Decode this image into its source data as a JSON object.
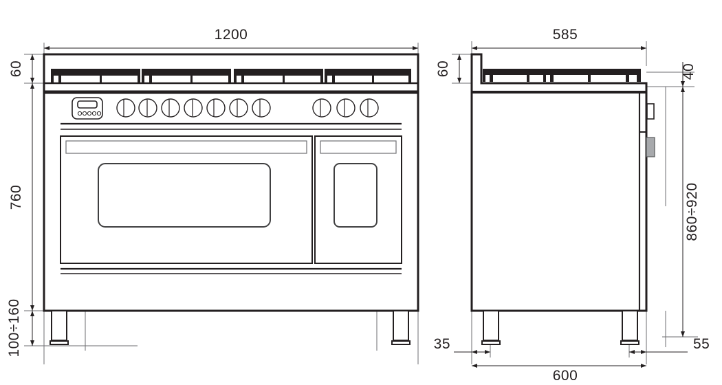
{
  "drawing": {
    "type": "technical-dimension-drawing",
    "subject": "range-cooker",
    "units": "mm",
    "views": [
      {
        "id": "front",
        "name": "front-elevation"
      },
      {
        "id": "side",
        "name": "side-elevation"
      }
    ]
  },
  "front_view": {
    "dimensions": {
      "overall_width": "1200",
      "backsplash_height": "60",
      "body_height": "760",
      "leg_height_range": "100÷160"
    },
    "control_panel": {
      "timer_display_name": "electronic-timer",
      "knob_count_left": 7,
      "knob_count_right": 3,
      "timer_buttons": 5
    },
    "ovens": [
      {
        "name": "main-oven-door",
        "size": "large"
      },
      {
        "name": "secondary-oven-door",
        "size": "small"
      }
    ],
    "cooktop": {
      "grate_sections": 4,
      "name": "cast-iron-grates"
    },
    "legs": 2
  },
  "side_view": {
    "dimensions": {
      "overall_depth": "585",
      "backsplash_height": "60",
      "rear_offset": "40",
      "adjustable_height_range": "860÷920",
      "front_leg_offset": "35",
      "rear_leg_offset": "55",
      "leg_span": "600"
    },
    "details": {
      "handle_name": "door-handle",
      "latch_name": "door-latch"
    },
    "legs": 2
  },
  "colors": {
    "line": "#231f20",
    "text": "#231f20",
    "thin_line": "#6d6e71",
    "handle_fill": "#a7a9ac",
    "background": "#ffffff"
  }
}
